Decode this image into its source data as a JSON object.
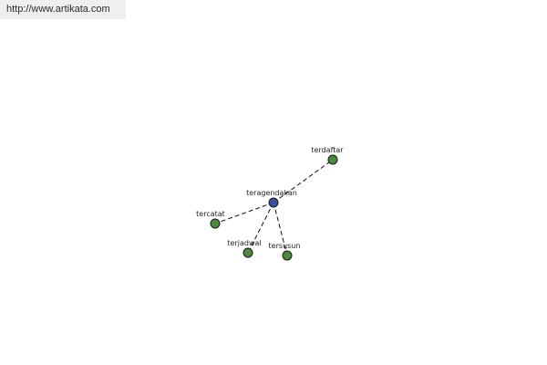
{
  "watermark": {
    "url": "http://www.artikata.com"
  },
  "colors": {
    "center_node": "#3b4fa0",
    "leaf_node": "#4a8a3c",
    "edge": "#111111"
  },
  "graph": {
    "center": {
      "id": "center",
      "label": "teragendakan"
    },
    "nodes": [
      {
        "id": "terdaftar",
        "label": "terdaftar"
      },
      {
        "id": "tercatat",
        "label": "tercatat"
      },
      {
        "id": "terjadwal",
        "label": "terjadwal"
      },
      {
        "id": "tersusun",
        "label": "tersusun"
      }
    ]
  }
}
